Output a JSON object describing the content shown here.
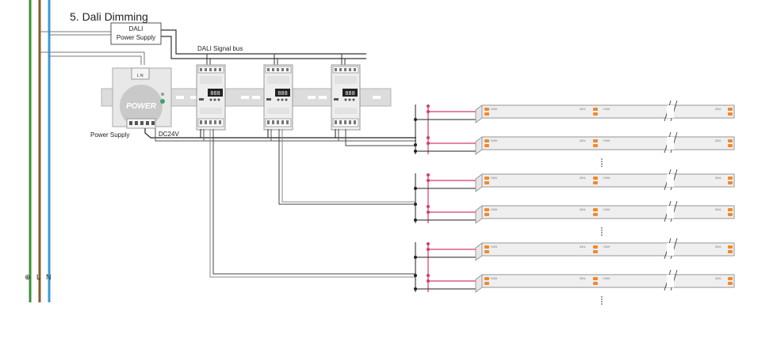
{
  "title": "5. Dali Dimming",
  "dali_power_supply": {
    "line1": "DALI",
    "line2": "Power Supply"
  },
  "dali_signal_bus": "DALI Signal bus",
  "power_module": {
    "brand": "POWER",
    "label": "Power Supply",
    "terminal_label": "L  N"
  },
  "dc_label": "DC24V",
  "mains": {
    "earth_symbol": "⊕",
    "l": "L",
    "n": "N"
  },
  "dimmer_display": "888",
  "strip_voltage": "24V",
  "strip_labels": {
    "plus": "+24V",
    "minus": "24V-"
  },
  "colors": {
    "earth": "#3f8f3a",
    "live": "#8a5a2b",
    "neutral": "#3a9ad9",
    "positive": "#d63a6b",
    "pad": "#f0892b"
  }
}
